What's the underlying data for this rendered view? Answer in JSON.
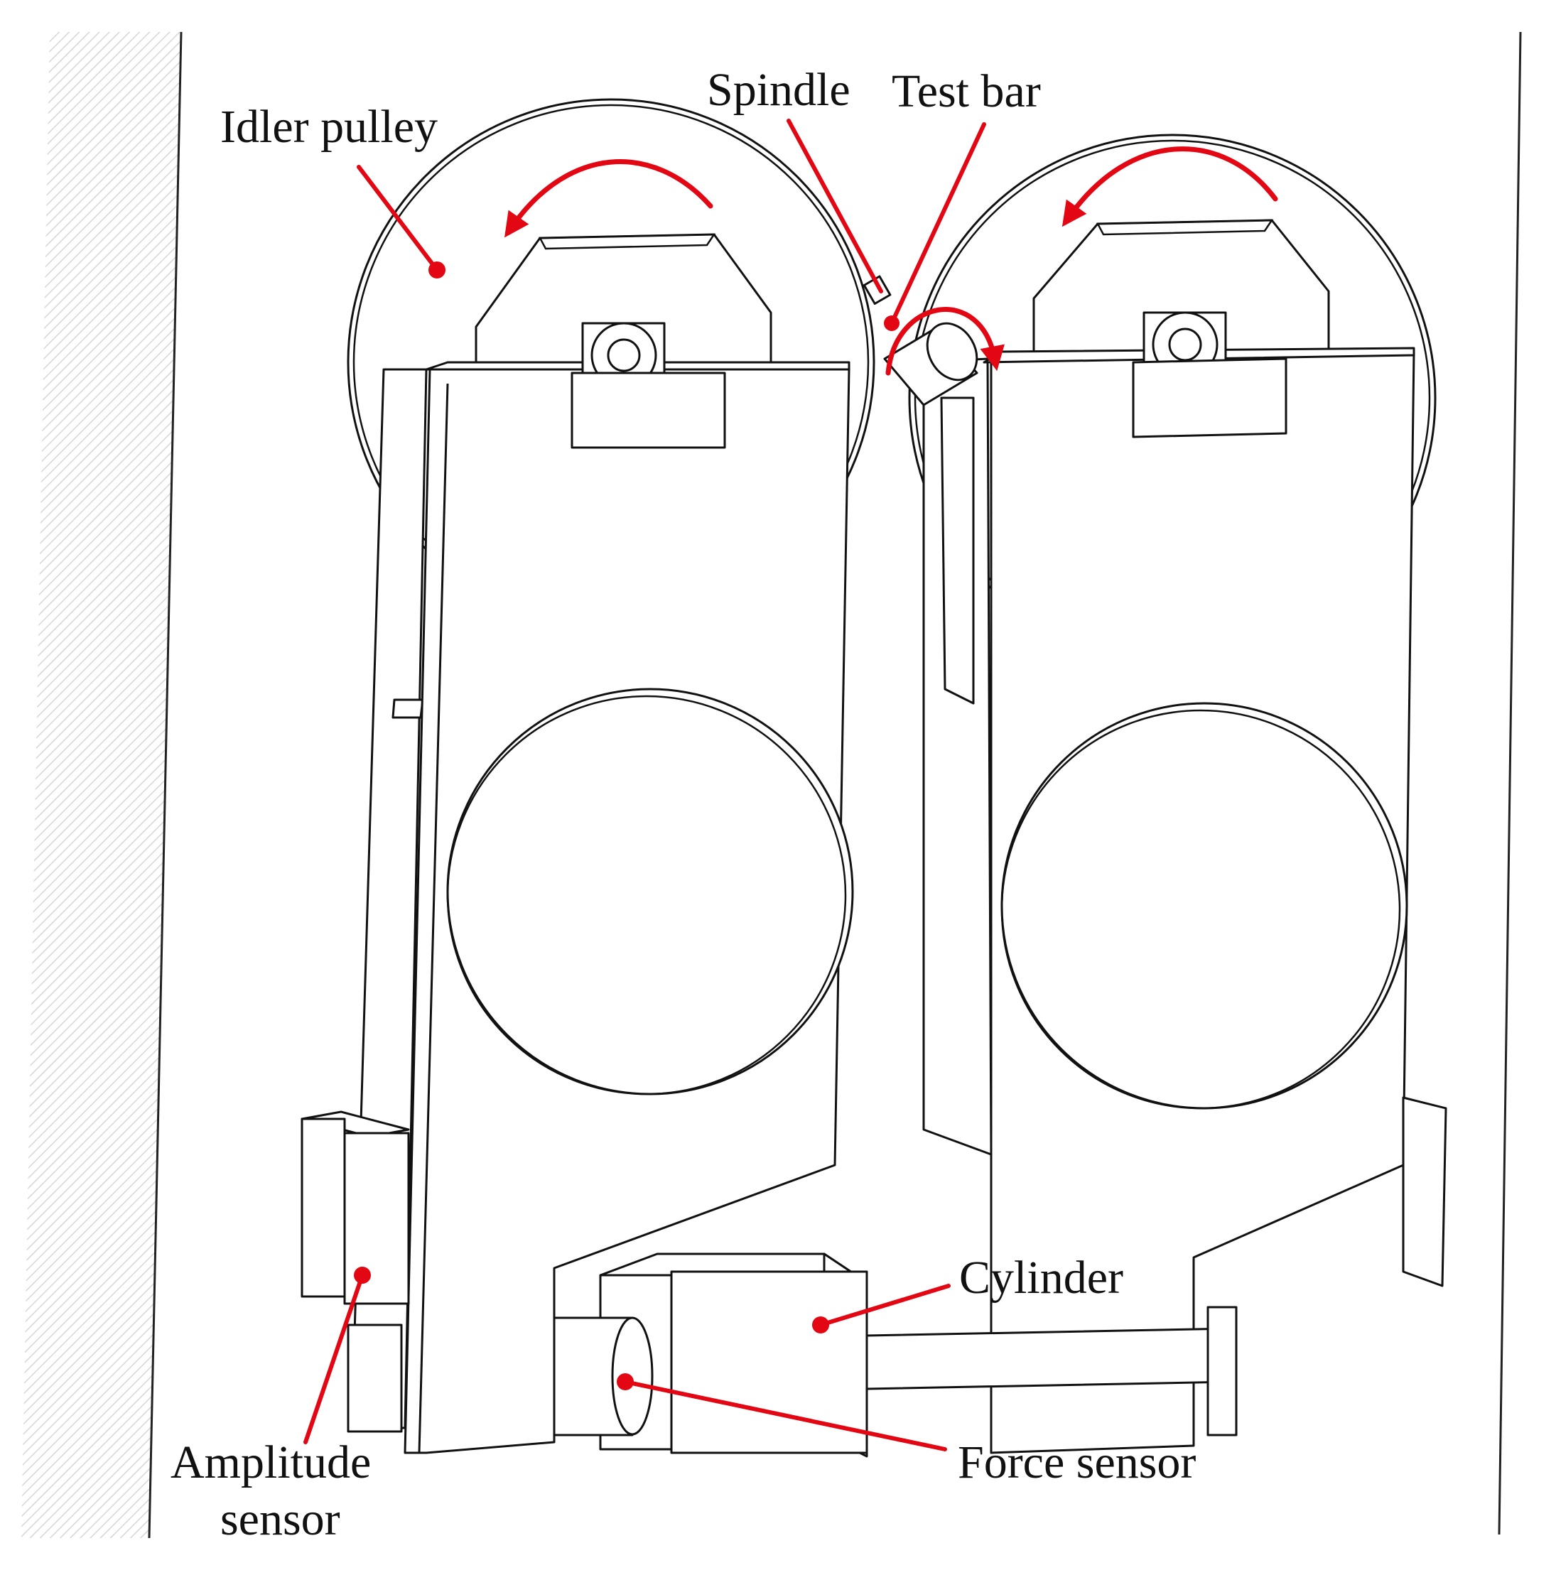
{
  "colors": {
    "accent": "#e30613",
    "line": "#111111",
    "wall": "#efefef"
  },
  "labels": {
    "idler_pulley": "Idler pulley",
    "spindle": "Spindle",
    "test_bar": "Test bar",
    "cylinder": "Cylinder",
    "force_sensor": "Force sensor",
    "amplitude_sensor_line1": "Amplitude",
    "amplitude_sensor_line2": "sensor"
  }
}
